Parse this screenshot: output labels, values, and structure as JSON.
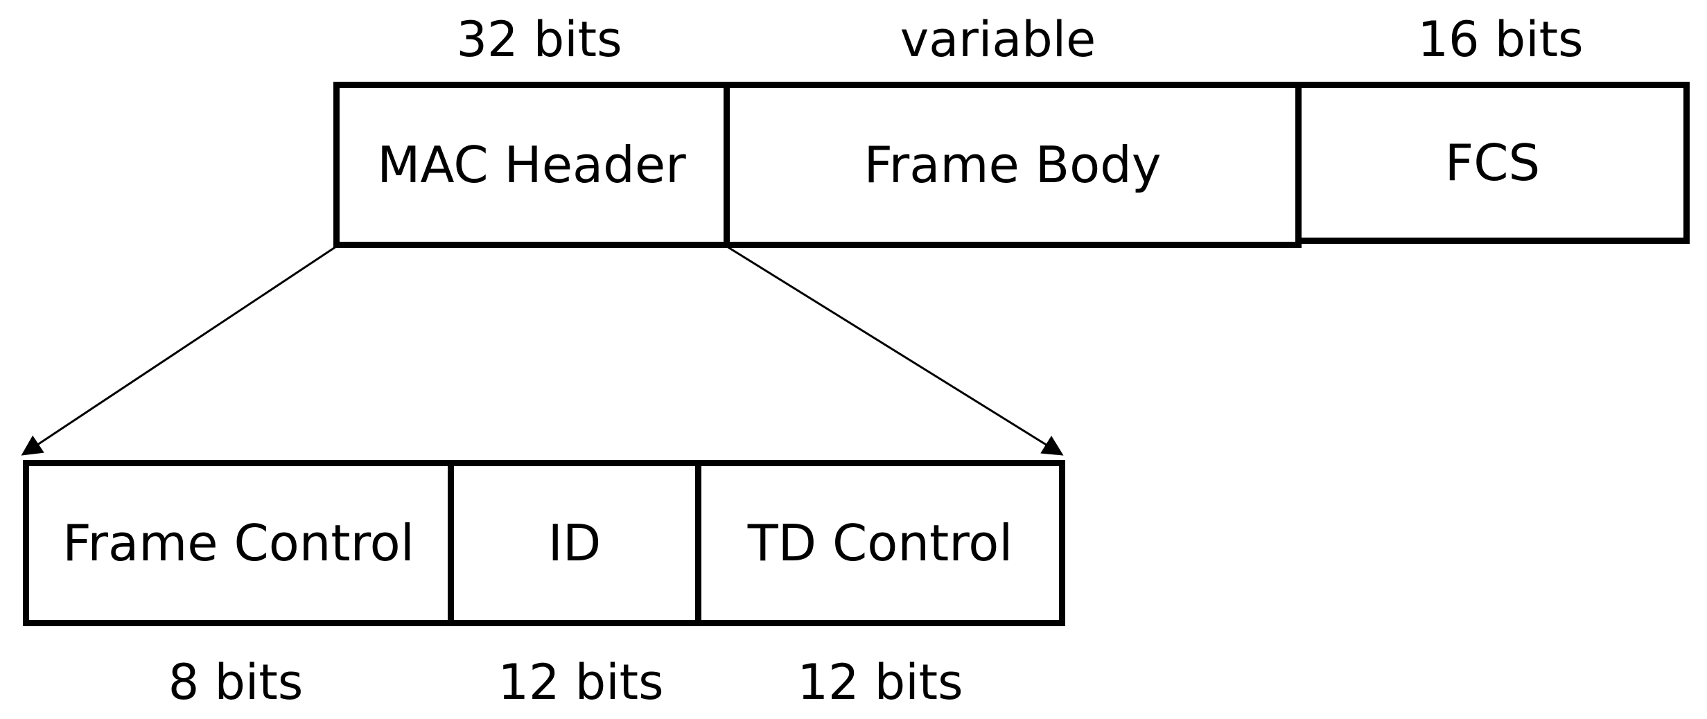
{
  "frame": {
    "fields": [
      {
        "name": "MAC Header",
        "size": "32 bits"
      },
      {
        "name": "Frame Body",
        "size": "variable"
      },
      {
        "name": "FCS",
        "size": "16 bits"
      }
    ]
  },
  "mac_header": {
    "fields": [
      {
        "name": "Frame Control",
        "size": "8 bits"
      },
      {
        "name": "ID",
        "size": "12 bits"
      },
      {
        "name": "TD Control",
        "size": "12 bits"
      }
    ]
  }
}
